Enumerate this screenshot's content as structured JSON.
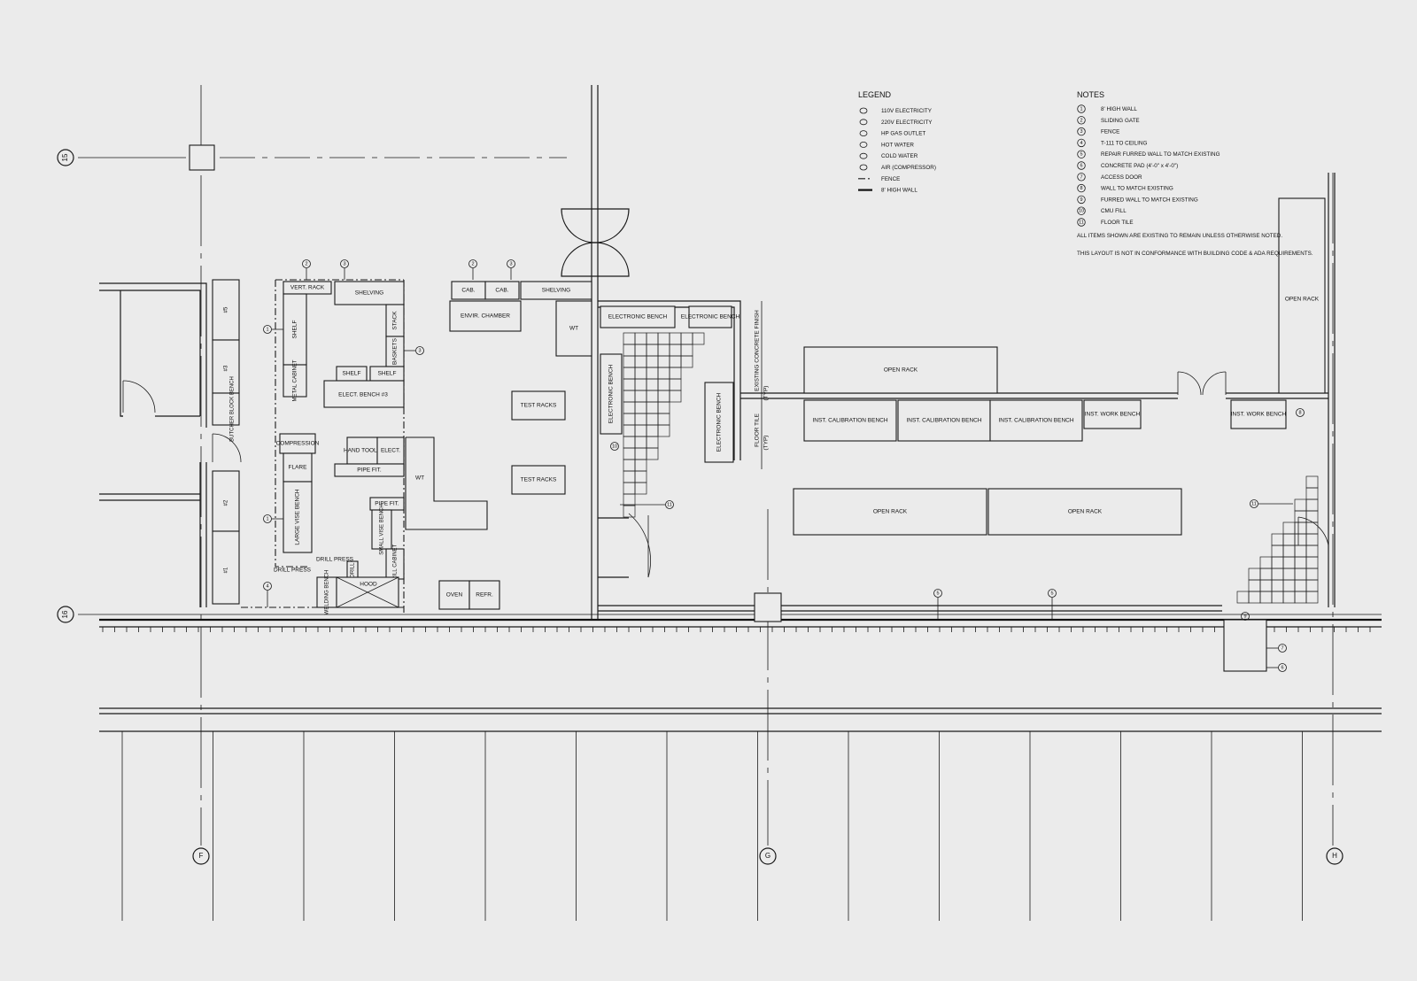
{
  "grid_bubbles": {
    "row_15": "15",
    "row_16": "16",
    "col_f": "F",
    "col_g": "G",
    "col_h": "H"
  },
  "legend": {
    "title": "LEGEND",
    "items": [
      "110V ELECTRICITY",
      "220V ELECTRICITY",
      "HP GAS OUTLET",
      "HOT WATER",
      "COLD WATER",
      "AIR (COMPRESSOR)",
      "FENCE",
      "8' HIGH WALL"
    ]
  },
  "notes": {
    "title": "NOTES",
    "items": [
      "8' HIGH WALL",
      "SLIDING GATE",
      "FENCE",
      "T-111 TO CEILING",
      "REPAIR FURRED WALL TO MATCH EXISTING",
      "CONCRETE PAD (4'-0\" x 4'-0\")",
      "ACCESS DOOR",
      "WALL TO MATCH EXISTING",
      "FURRED WALL TO MATCH EXISTING",
      "CMU FILL",
      "FLOOR TILE"
    ],
    "numbers": [
      "1",
      "2",
      "3",
      "4",
      "5",
      "6",
      "7",
      "8",
      "9",
      "10",
      "11"
    ],
    "remark_1": "ALL ITEMS SHOWN ARE EXISTING TO REMAIN UNLESS OTHERWISE NOTED.",
    "remark_2": "THIS LAYOUT IS NOT IN CONFORMANCE WITH BUILDING CODE & ADA REQUIREMENTS."
  },
  "rooms": {
    "vert_rack": "VERT. RACK",
    "shelving_1": "SHELVING",
    "shelf_tall": "SHELF",
    "stack": "STACK",
    "baskets": "BASKETS",
    "metal_cabinet": "METAL CABINET",
    "shelf_a": "SHELF",
    "shelf_b": "SHELF",
    "elect_bench_3": "ELECT. BENCH #3",
    "compression": "COMPRESSION",
    "flare": "FLARE",
    "large_vise_bench": "LARGE VISE BENCH",
    "hand_tools": "HAND TOOLS",
    "elect": "ELECT.",
    "pipe_fit_1": "PIPE FIT.",
    "pipe_fit_2": "PIPE FIT.",
    "small_vise_bench": "SMALL VISE BENCH",
    "drill_cabinet": "DRILL CABINET",
    "drill_press_1": "DRILL PRESS",
    "drill_press_2": "DRILL PRESS",
    "drill": "DRILL",
    "welding_bench": "WELDING BENCH",
    "hood": "HOOD",
    "wt_1": "WT",
    "butcher_block_bench": "BUTCHER BLOCK BENCH",
    "bench_1": "#1",
    "bench_2": "#2",
    "bench_3": "#3",
    "bench_5": "#5",
    "cab_1": "CAB.",
    "cab_2": "CAB.",
    "shelving_2": "SHELVING",
    "envir_chamber": "ENVIR. CHAMBER",
    "wt_2": "WT",
    "test_racks_1": "TEST RACKS",
    "test_racks_2": "TEST RACKS",
    "oven": "OVEN",
    "refr": "REFR.",
    "electronic_bench_1": "ELECTRONIC BENCH",
    "electronic_bench_2": "ELECTRONIC BENCH",
    "electronic_bench_3": "ELECTRONIC BENCH",
    "electronic_bench_4": "ELECTRONIC BENCH",
    "existing_concrete_finish": "EXISTING CONCRETE FINISH",
    "floor_tile": "FLOOR TILE",
    "typ_1": "(TYP)",
    "typ_2": "(TYP)",
    "open_rack_1": "OPEN RACK",
    "open_rack_2": "OPEN RACK",
    "open_rack_3": "OPEN RACK",
    "open_rack_4": "OPEN RACK",
    "inst_cal_bench_1": "INST. CALIBRATION BENCH",
    "inst_cal_bench_2": "INST. CALIBRATION BENCH",
    "inst_cal_bench_3": "INST. CALIBRATION BENCH",
    "inst_work_bench_1": "INST. WORK BENCH",
    "inst_work_bench_2": "INST. WORK BENCH"
  },
  "callouts": {
    "n1": "1",
    "n2": "2",
    "n3": "3",
    "n4": "4",
    "n5": "5",
    "n6": "6",
    "n7": "7",
    "n8": "8",
    "n9": "9",
    "n10": "10",
    "n11": "11"
  }
}
